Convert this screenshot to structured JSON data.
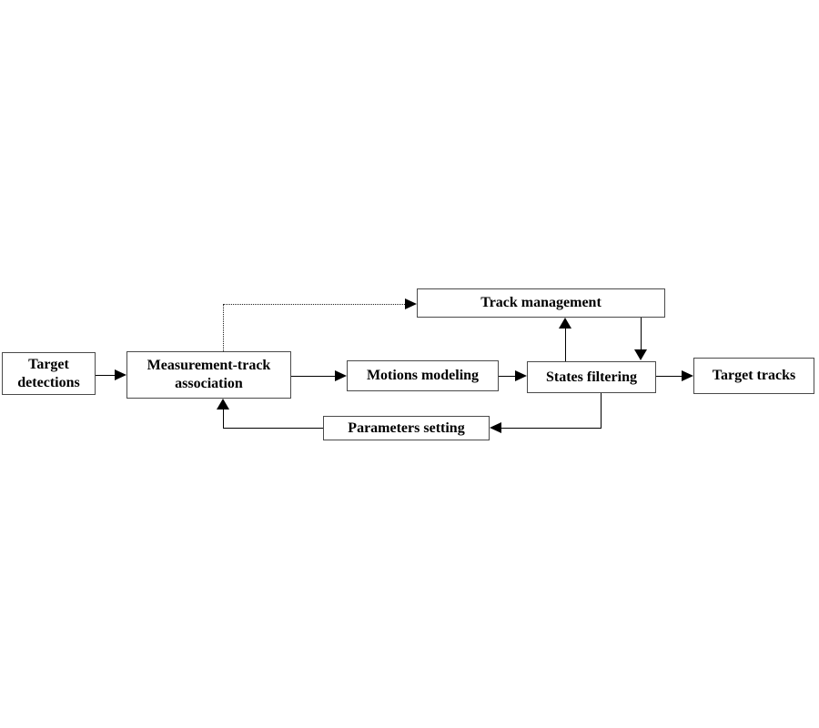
{
  "diagram": {
    "background_color": "#ffffff",
    "line_color": "#000000",
    "box_border_color": "#4a4a4a",
    "text_color": "#000000",
    "nodes": [
      {
        "id": "target-detections",
        "label": "Target\ndetections"
      },
      {
        "id": "measurement-track-association",
        "label": "Measurement-track\nassociation"
      },
      {
        "id": "track-management",
        "label": "Track management"
      },
      {
        "id": "motions-modeling",
        "label": "Motions modeling"
      },
      {
        "id": "states-filtering",
        "label": "States filtering"
      },
      {
        "id": "target-tracks",
        "label": "Target tracks"
      },
      {
        "id": "parameters-setting",
        "label": "Parameters setting"
      }
    ],
    "edges": [
      {
        "from": "Target detections",
        "to": "Measurement-track association",
        "style": "solid"
      },
      {
        "from": "Measurement-track association",
        "to": "Motions modeling",
        "style": "solid"
      },
      {
        "from": "Motions modeling",
        "to": "States filtering",
        "style": "solid"
      },
      {
        "from": "States filtering",
        "to": "Target tracks",
        "style": "solid"
      },
      {
        "from": "States filtering",
        "to": "Track management",
        "style": "solid"
      },
      {
        "from": "Track management",
        "to": "States filtering",
        "style": "solid"
      },
      {
        "from": "States filtering",
        "to": "Parameters setting",
        "style": "solid"
      },
      {
        "from": "Parameters setting",
        "to": "Measurement-track association",
        "style": "solid"
      },
      {
        "from": "Measurement-track association",
        "to": "Track management",
        "style": "dotted"
      }
    ]
  }
}
